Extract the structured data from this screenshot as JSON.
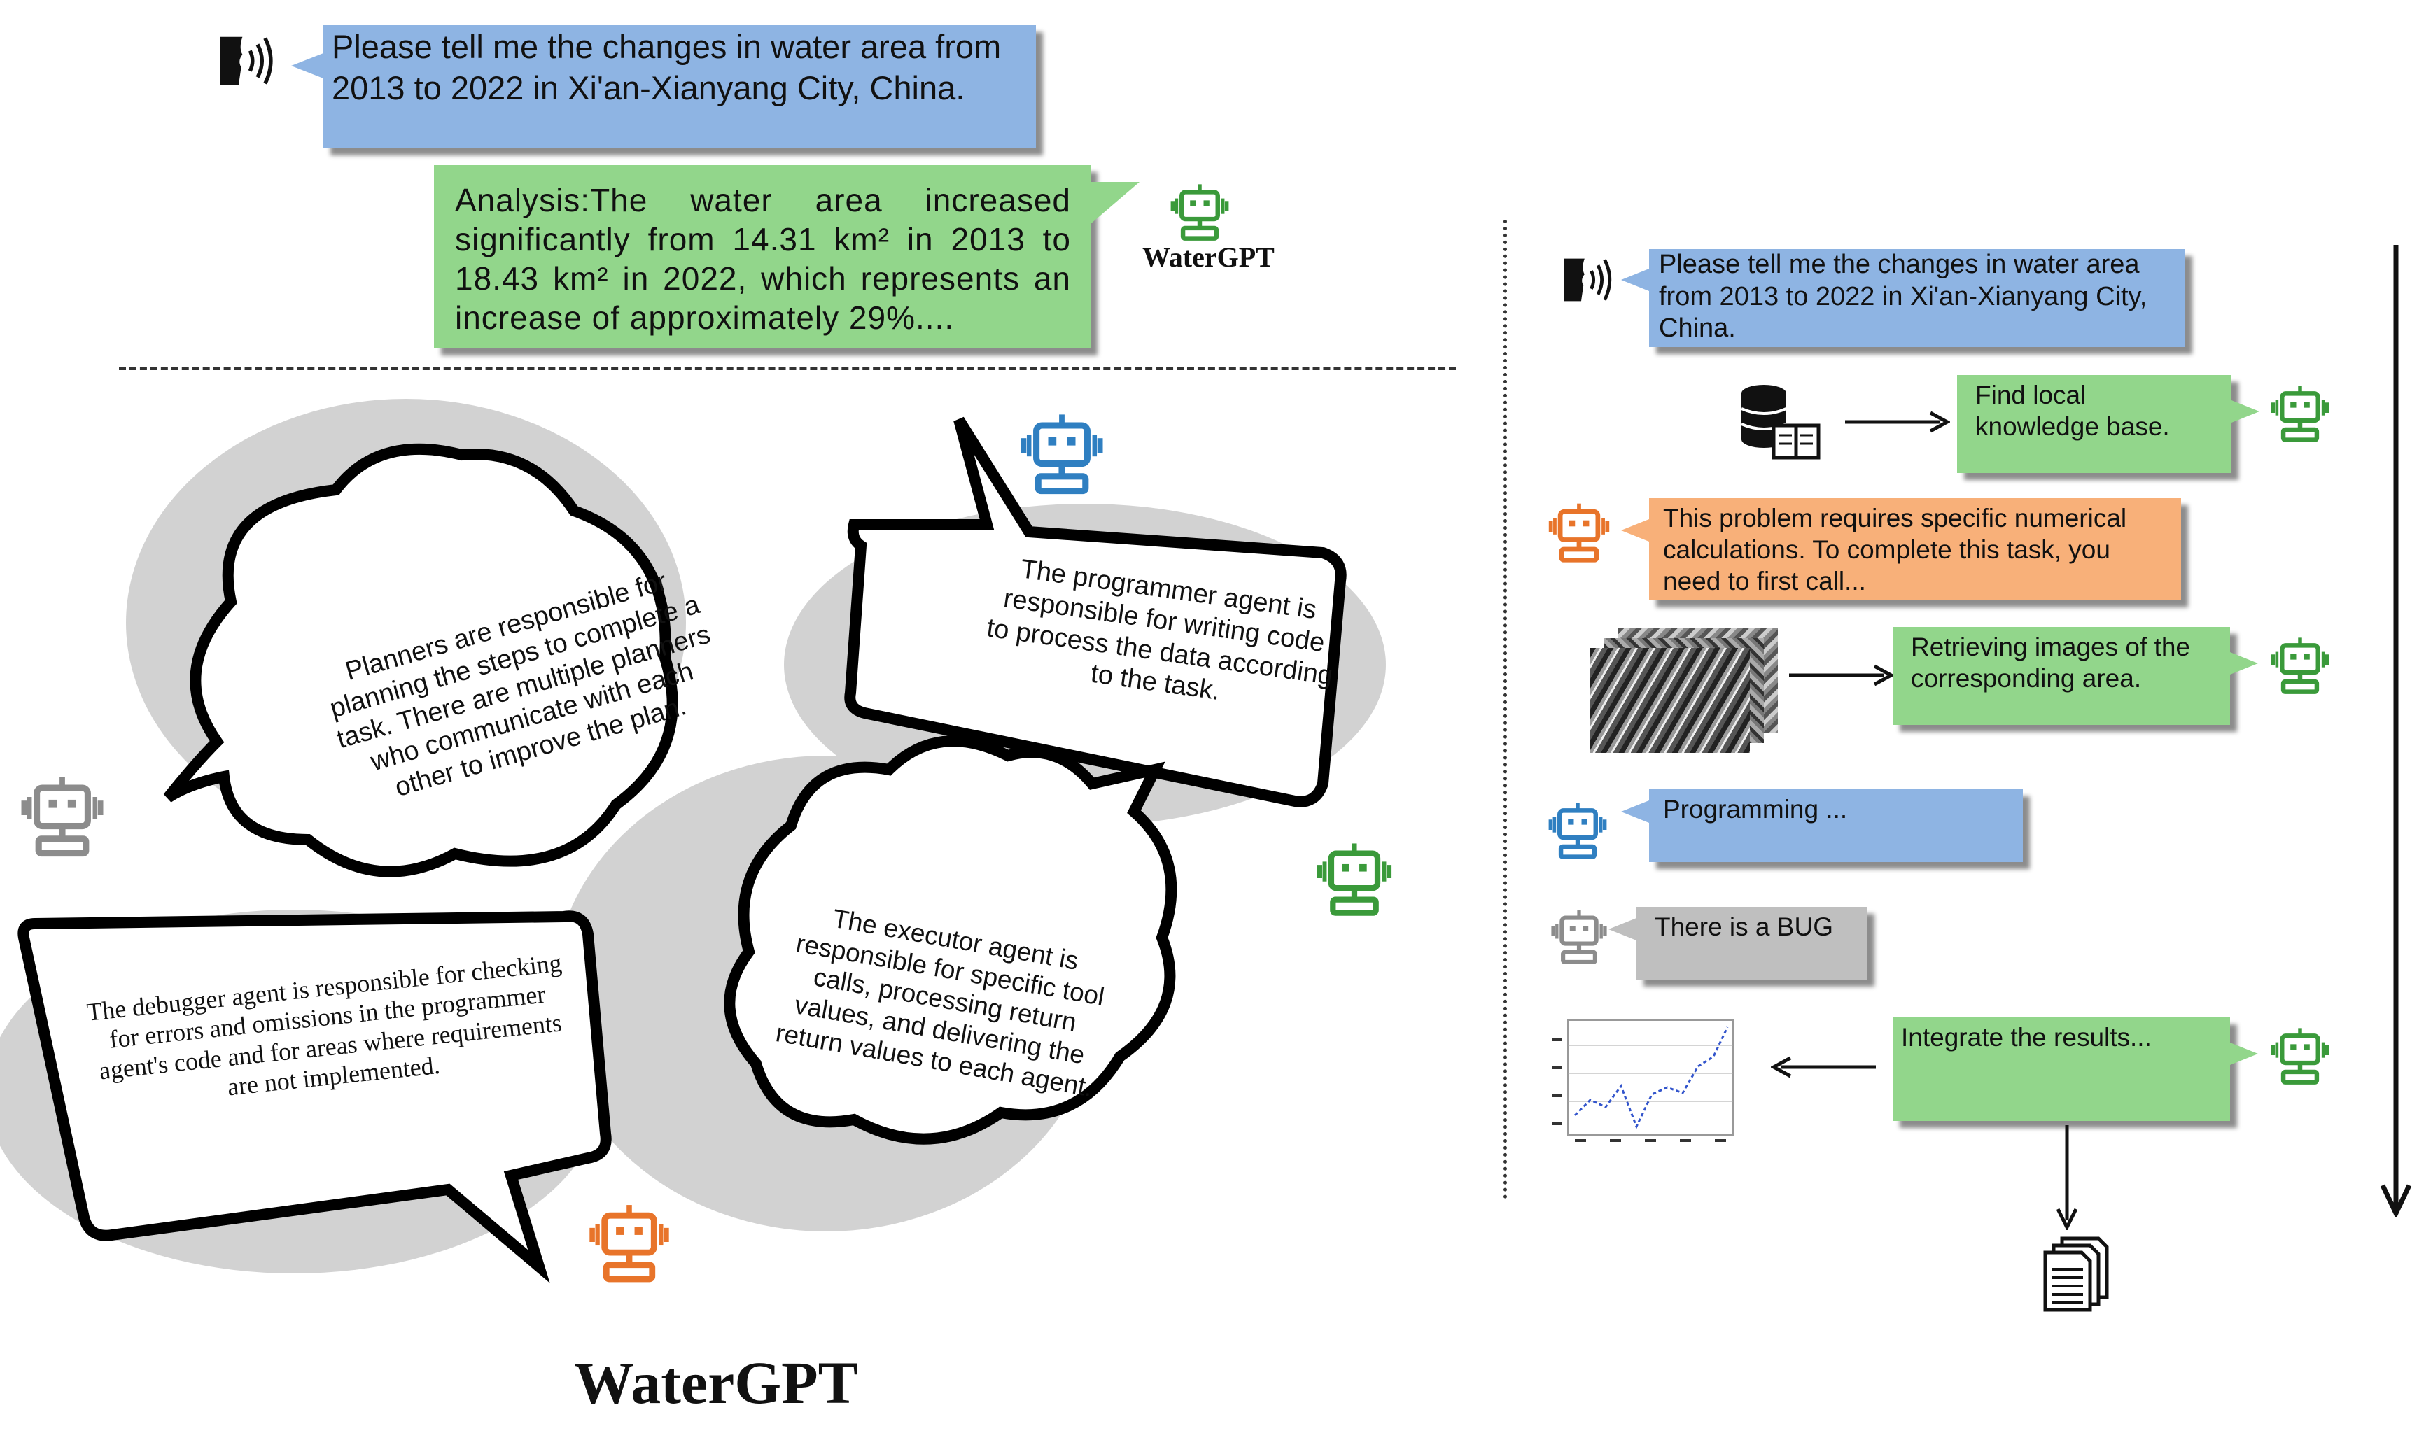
{
  "left": {
    "user_query": "Please tell me the changes in water area from 2013 to 2022 in Xi'an-Xianyang City, China.",
    "answer": "Analysis:The water area increased significantly from 14.31 km² in 2013 to 18.43 km² in 2022, which represents an increase of approximately 29%....",
    "agent_label": "WaterGPT",
    "planner_text": "Planners are responsible for planning the steps to complete a task. There are multiple planners who communicate with each other to improve the plan.",
    "programmer_text": "The programmer agent is responsible for writing code to process the data according to the task.",
    "debugger_text": "The debugger agent is responsible for checking for errors and omissions in the programmer agent's code and for areas where requirements are not implemented.",
    "executor_text": "The executor agent is responsible for specific tool calls, processing return values, and delivering the return values to each agent.",
    "title": "WaterGPT"
  },
  "right": {
    "user_query": "Please tell me the changes in water area from 2013 to 2022 in Xi'an-Xianyang City, China.",
    "step_kb": "Find local knowledge base.",
    "step_numeric": "This problem requires specific numerical calculations. To complete this task, you need to first call...",
    "step_images": "Retrieving images of the corresponding area.",
    "step_programming": "Programming ...",
    "step_bug": "There is a BUG",
    "step_integrate": "Integrate the results..."
  },
  "colors": {
    "blue_bubble": "#8eb4e3",
    "green_bubble": "#92d68b",
    "orange_bubble": "#f8b079",
    "gray_bubble": "#bfbfbf",
    "robot_gray": "#8c8c8c",
    "robot_blue": "#2f7fc1",
    "robot_green": "#3a9a3a",
    "robot_orange": "#e8742a"
  },
  "icons": [
    "speaker-icon",
    "robot-icon",
    "database-book-icon",
    "satellite-image",
    "line-chart-thumbnail",
    "documents-icon",
    "arrow-icon"
  ]
}
